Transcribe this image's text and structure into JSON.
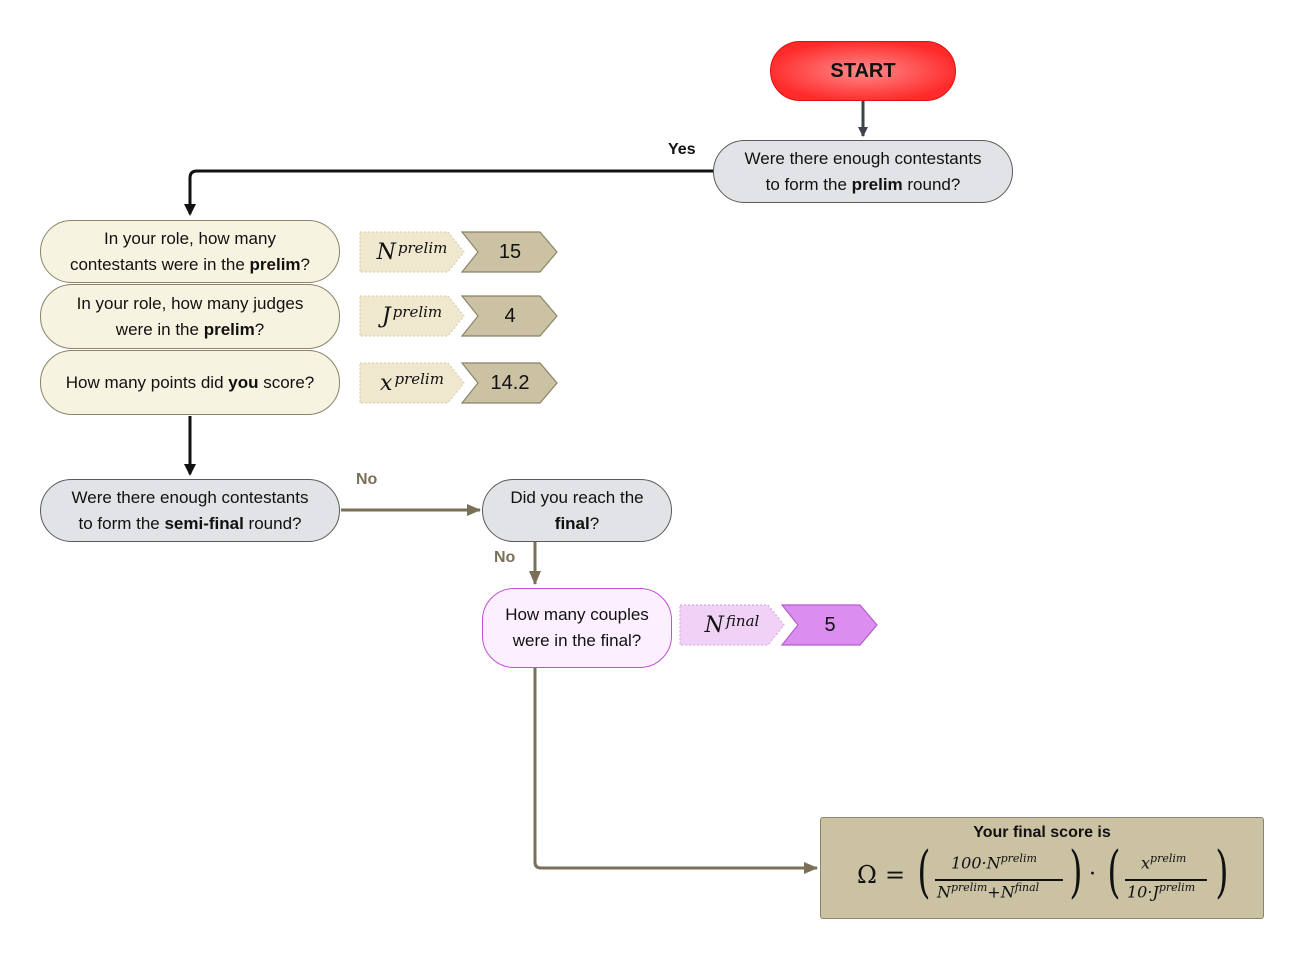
{
  "start": {
    "label": "START"
  },
  "q_prelim_round": {
    "line1": "Were there enough contestants",
    "line2_pre": "to form the ",
    "line2_bold": "prelim",
    "line2_post": " round?"
  },
  "yes_label": "Yes",
  "q_contestants": {
    "line1": "In your role, how many",
    "line2_pre": "contestants were in the ",
    "line2_bold": "prelim",
    "line2_post": "?"
  },
  "q_judges": {
    "line1": "In your role, how many judges",
    "line2_pre": "were in the ",
    "line2_bold": "prelim",
    "line2_post": "?"
  },
  "q_points": {
    "pre": "How many points did ",
    "bold": "you",
    "post": " score?"
  },
  "q_semifinal": {
    "line1": "Were there enough contestants",
    "line2_pre": "to form the ",
    "line2_bold": "semi-final",
    "line2_post": " round?"
  },
  "no_label_1": "No",
  "q_final": {
    "line1": "Did you reach the",
    "line2_bold": "final",
    "line2_post": "?"
  },
  "no_label_2": "No",
  "q_couples": {
    "line1": "How many couples",
    "line2": "were in the final?"
  },
  "variables": {
    "n_prelim": {
      "base": "N",
      "sup": "prelim",
      "value": "15"
    },
    "j_prelim": {
      "base": "J",
      "sup": "prelim",
      "value": "4"
    },
    "x_prelim": {
      "base": "x",
      "sup": "prelim",
      "value": "14.2"
    },
    "n_final": {
      "base": "N",
      "sup": "final",
      "value": "5"
    }
  },
  "result": {
    "title": "Your final score is",
    "omega": "Ω",
    "equals": "=",
    "num1": "100·N",
    "num1_sup": "prelim",
    "den1_a": "N",
    "den1_a_sup": "prelim",
    "den1_plus": "+N",
    "den1_b_sup": "final",
    "dot": "·",
    "num2": "x",
    "num2_sup": "prelim",
    "den2": "10·J",
    "den2_sup": "prelim"
  },
  "colors": {
    "start_fill": "#ff4d4d",
    "question_grey": "#e1e3e6",
    "question_cream": "#f7f3e1",
    "question_pink": "#fcefff",
    "var_cream_key": "#efe8cf",
    "var_cream_value": "#cbc1a3",
    "var_pink_key": "#f0d2f7",
    "var_pink_value": "#dc8ef0",
    "arrow_black": "#111111",
    "arrow_olive": "#7a7058",
    "arrow_start": "#3e424a"
  }
}
